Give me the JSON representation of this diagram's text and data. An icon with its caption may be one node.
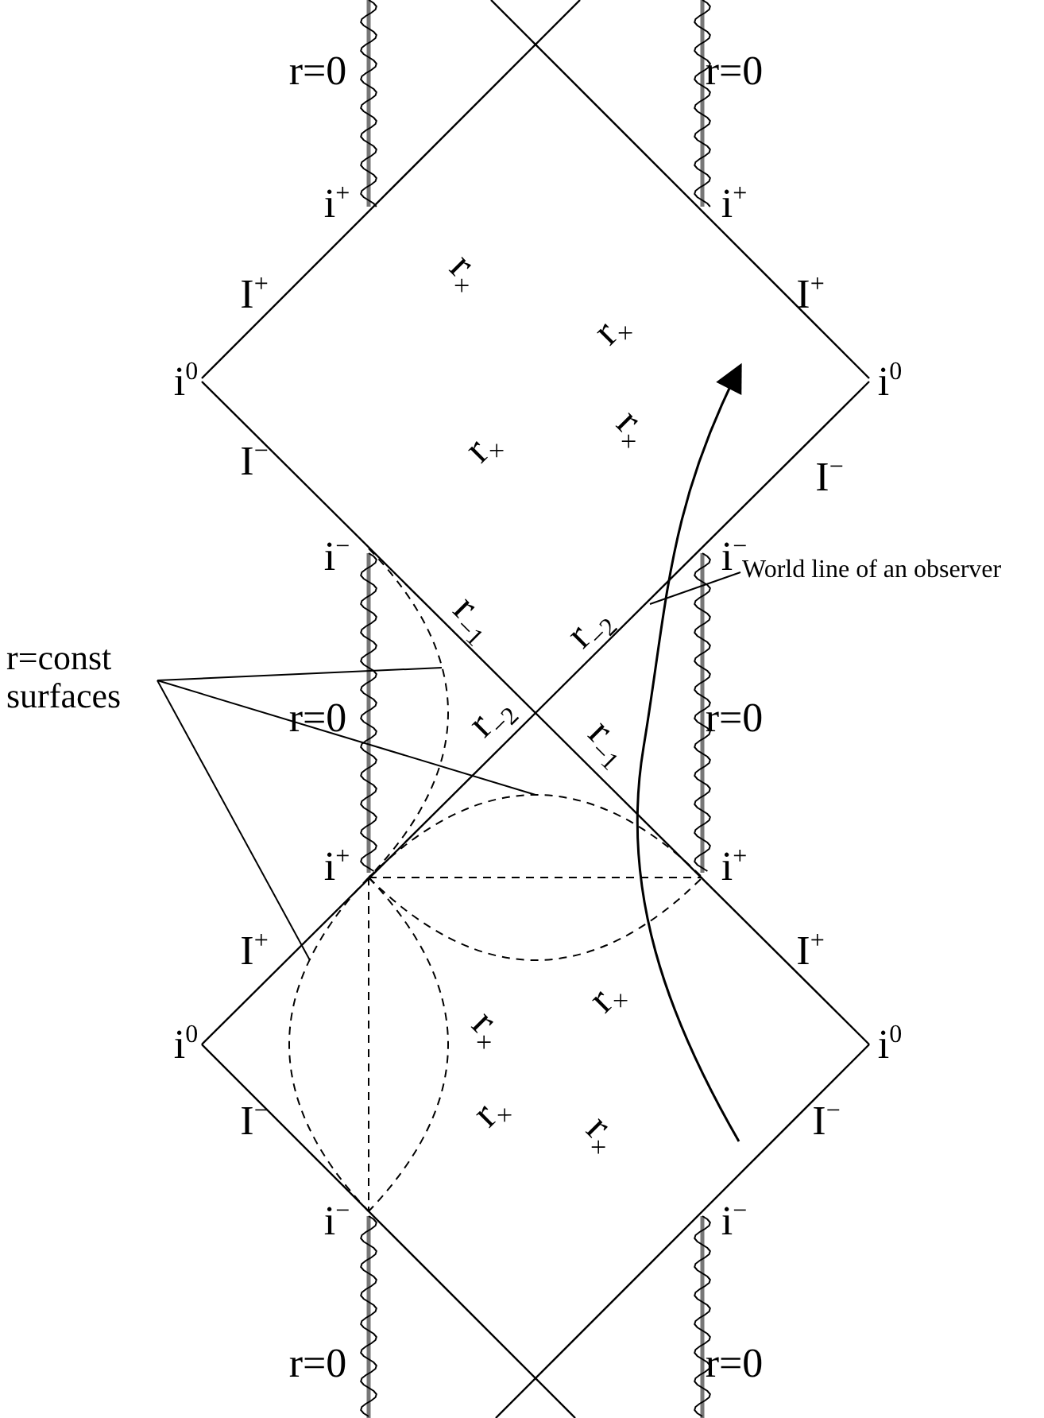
{
  "diagram": {
    "nodes": [
      {
        "text": [
          "World line of an observer"
        ]
      },
      {
        "text": [],
        "shape": "curve"
      },
      {
        "text": [
          "r=const surfaces"
        ]
      },
      {
        "text": [],
        "shape": "arc"
      },
      {
        "text": [],
        "shape": "arc"
      },
      {
        "text": [],
        "shape": "arc"
      }
    ],
    "edges": [
      {
        "from": 0,
        "to": 1,
        "arrow": "none"
      },
      {
        "from": 2,
        "to": 3,
        "arrow": "none"
      },
      {
        "from": 2,
        "to": 4,
        "arrow": "none"
      },
      {
        "from": 2,
        "to": 5,
        "arrow": "none"
      }
    ],
    "labels": [
      "r=0",
      "r=0",
      "i$^{+}$",
      "i$^{+}$",
      "I$^{+}$",
      "I$^{+}$",
      "r$_{×}$",
      "r$_{×}$",
      "i$^{0}$",
      "i$^{0}$",
      "r$_{×}$",
      "r$_{×}$",
      "I$^{−}$",
      "I$^{−}$",
      "i$^{−}$",
      "i$^{−}$",
      "r$_{−1}$",
      "r$_{−2}$",
      "r$_{−2}$",
      "r$_{−1}$",
      "r=0",
      "r=0",
      "i$^{+}$",
      "i$^{+}$",
      "I$^{+}$",
      "I$^{+}$",
      "r$_{×}$",
      "r$_{×}$",
      "i$^{0}$",
      "i$^{0}$",
      "r$_{×}$",
      "r$_{×}$",
      "I$^{−}$",
      "I$^{−}$",
      "i$^{−}$",
      "i$^{−}$",
      "r=0",
      "r=0"
    ]
  }
}
